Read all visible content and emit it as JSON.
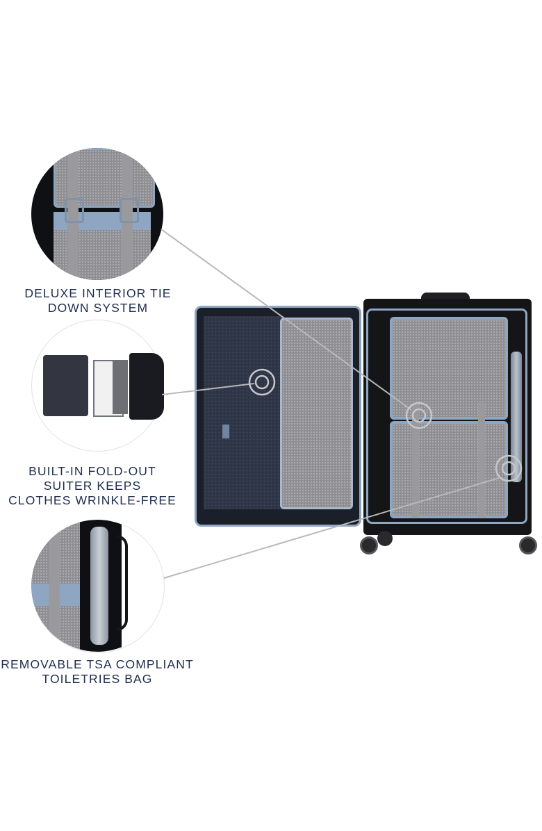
{
  "features": [
    {
      "id": "tie-down",
      "lines": [
        "DELUXE INTERIOR TIE",
        "DOWN SYSTEM"
      ]
    },
    {
      "id": "suiter",
      "lines": [
        "BUILT-IN FOLD-OUT",
        "SUITER KEEPS",
        "CLOTHES WRINKLE-FREE"
      ]
    },
    {
      "id": "toiletries",
      "lines": [
        "REMOVABLE TSA COMPLIANT",
        "TOILETRIES BAG"
      ]
    }
  ],
  "colors": {
    "text": "#1f2d4f",
    "callout_line": "#b9b9b9",
    "trim_blue": "#8ea6c2",
    "mesh_gray": "#8f8f93",
    "shell_black": "#151517",
    "lining_navy": "#2e3547"
  }
}
